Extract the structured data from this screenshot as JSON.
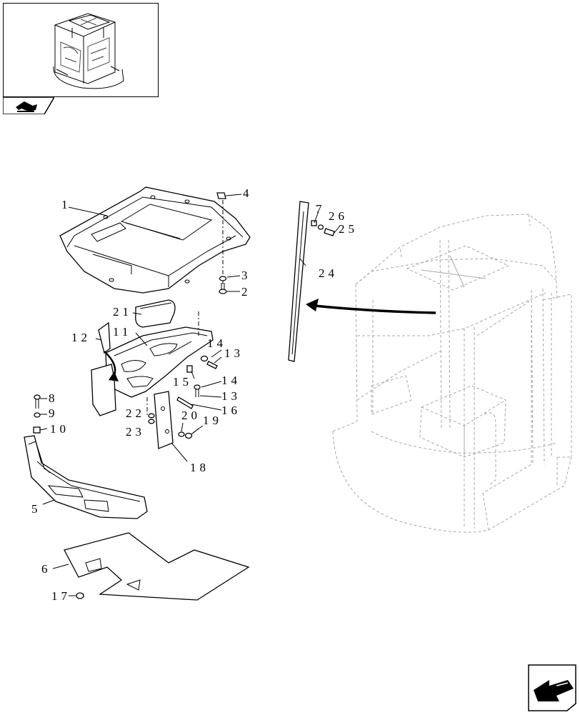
{
  "labels": [
    {
      "id": "p1",
      "text": "1"
    },
    {
      "id": "p4",
      "text": "4"
    },
    {
      "id": "p3a",
      "text": "3"
    },
    {
      "id": "p2a",
      "text": "2"
    },
    {
      "id": "p21",
      "text": "21"
    },
    {
      "id": "p12",
      "text": "12"
    },
    {
      "id": "p11",
      "text": "11"
    },
    {
      "id": "p14a",
      "text": "14"
    },
    {
      "id": "p13a",
      "text": "13"
    },
    {
      "id": "p15",
      "text": "15"
    },
    {
      "id": "p14b",
      "text": "14"
    },
    {
      "id": "p13b",
      "text": "13"
    },
    {
      "id": "p16",
      "text": "16"
    },
    {
      "id": "p22",
      "text": "22"
    },
    {
      "id": "p20",
      "text": "20"
    },
    {
      "id": "p19",
      "text": "19"
    },
    {
      "id": "p23",
      "text": "23"
    },
    {
      "id": "p18",
      "text": "18"
    },
    {
      "id": "p8",
      "text": "8"
    },
    {
      "id": "p9",
      "text": "9"
    },
    {
      "id": "p10",
      "text": "10"
    },
    {
      "id": "p5",
      "text": "5"
    },
    {
      "id": "p6",
      "text": "6"
    },
    {
      "id": "p17",
      "text": "17"
    },
    {
      "id": "p7",
      "text": "7"
    },
    {
      "id": "p26",
      "text": "26"
    },
    {
      "id": "p25",
      "text": "25"
    },
    {
      "id": "p24",
      "text": "24"
    }
  ],
  "icons": {
    "thumbnail": "cab-overview-thumbnail",
    "nav_back": "previous-page-arrow-icon",
    "nav_next": "next-page-arrow-icon"
  }
}
